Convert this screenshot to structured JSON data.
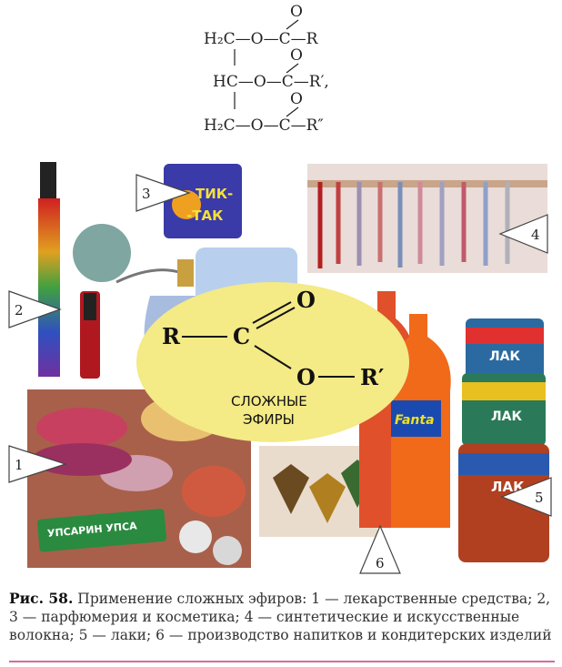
{
  "formula": {
    "row1": {
      "left": "H₂C—O—C—R",
      "oxygen": "O"
    },
    "row2": {
      "left": "HC—O—C—R′,",
      "oxygen": "O"
    },
    "row3": {
      "left": "H₂C—O—C—R″",
      "oxygen": "O"
    }
  },
  "center": {
    "r": "R",
    "c": "C",
    "o_double": "O",
    "o_single": "O",
    "r_prime": "R′",
    "label_line1": "СЛОЖНЫЕ",
    "label_line2": "ЭФИРЫ"
  },
  "products": {
    "tictac_line1": "ТИК-",
    "tictac_line2": "-ТАК",
    "upsarin": "УПСАРИН УПСА",
    "fanta": "Fanta",
    "lak1": "ЛАК",
    "lak2": "ЛАК",
    "lak3": "ЛАК"
  },
  "markers": [
    "1",
    "2",
    "3",
    "4",
    "5",
    "6"
  ],
  "caption": {
    "label": "Рис. 58.",
    "text": "Применение сложных эфиров: 1 — лекарственные средства; 2, 3 — парфюмерия и косметика; 4 — синтетические и искусственные волокна; 5 — лаки; 6 — производство напитков и кондитерских изделий"
  },
  "colors": {
    "ellipse": "#f4ea86",
    "rule": "#d76a9c"
  }
}
